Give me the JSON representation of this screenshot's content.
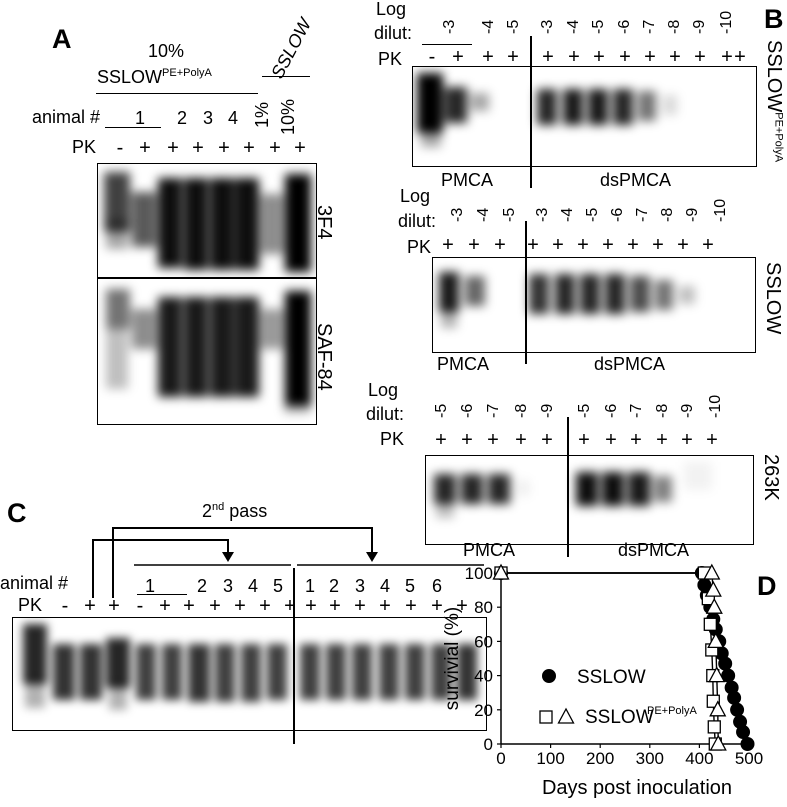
{
  "panels": {
    "A": {
      "letter": "A",
      "header_top": "10%",
      "sample_name": "SSLOW",
      "sample_sup": "PE+PolyA",
      "reference": "SSLOW",
      "animal_label": "animal #",
      "pk_label": "PK",
      "animals": [
        "1",
        "2",
        "3",
        "4"
      ],
      "ref_dilutions": [
        "1%",
        "10%"
      ],
      "pk": [
        "-",
        "+",
        "+",
        "+",
        "+",
        "+",
        "+",
        "+"
      ],
      "antibodies": [
        "3F4",
        "SAF-84"
      ]
    },
    "B": {
      "letter": "B",
      "log_label": "Log",
      "dilut_label": "dilut:",
      "pk_label": "PK",
      "pmca_label": "PMCA",
      "dspmca_label": "dsPMCA",
      "gel1": {
        "name": "SSLOW",
        "name_sup": "PE+PolyA",
        "dilutions": [
          "-3",
          "-4",
          "-5",
          "-3",
          "-4",
          "-5",
          "-6",
          "-7",
          "-8",
          "-9",
          "-10"
        ],
        "pk": [
          "-",
          "+",
          "+",
          "+",
          "+",
          "+",
          "+",
          "+",
          "+",
          "+",
          "+",
          "+",
          "+"
        ]
      },
      "gel2": {
        "name": "SSLOW",
        "dilutions": [
          "-3",
          "-4",
          "-5",
          "-3",
          "-4",
          "-5",
          "-6",
          "-7",
          "-8",
          "-9",
          "-10"
        ],
        "pk": [
          "+",
          "+",
          "+",
          "+",
          "+",
          "+",
          "+",
          "+",
          "+",
          "+",
          "+"
        ]
      },
      "gel3": {
        "name": "263K",
        "dilutions": [
          "-5",
          "-6",
          "-7",
          "-8",
          "-9",
          "-5",
          "-6",
          "-7",
          "-8",
          "-9",
          "-10"
        ],
        "pk": [
          "+",
          "+",
          "+",
          "+",
          "+",
          "+",
          "+",
          "+",
          "+",
          "+",
          "+"
        ]
      }
    },
    "C": {
      "letter": "C",
      "second_pass": "2",
      "second_pass_sup": "nd",
      "second_pass_tail": " pass",
      "animal_label": "animal #",
      "pk_label": "PK",
      "group1_animals": [
        "1",
        "2",
        "3",
        "4",
        "5"
      ],
      "group2_animals": [
        "1",
        "2",
        "3",
        "4",
        "5",
        "6"
      ],
      "pk": [
        "-",
        "+",
        "+",
        "-",
        "+",
        "+",
        "+",
        "+",
        "+",
        "+",
        "+",
        "+",
        "+",
        "+",
        "+",
        "+",
        "+"
      ]
    },
    "D": {
      "letter": "D"
    }
  },
  "chart_data": {
    "type": "line",
    "xlabel": "Days post inoculation",
    "ylabel": "survivial (%)",
    "xlim": [
      0,
      500
    ],
    "ylim": [
      0,
      100
    ],
    "xticks": [
      0,
      100,
      200,
      300,
      400,
      500
    ],
    "yticks": [
      0,
      20,
      40,
      60,
      80,
      100
    ],
    "series": [
      {
        "name": "SSLOW",
        "marker": "filled-circle",
        "points": [
          [
            0,
            100
          ],
          [
            405,
            100
          ],
          [
            410,
            93
          ],
          [
            415,
            87
          ],
          [
            422,
            80
          ],
          [
            428,
            73
          ],
          [
            433,
            67
          ],
          [
            440,
            60
          ],
          [
            445,
            53
          ],
          [
            452,
            47
          ],
          [
            458,
            40
          ],
          [
            465,
            33
          ],
          [
            470,
            27
          ],
          [
            476,
            20
          ],
          [
            482,
            13
          ],
          [
            488,
            7
          ],
          [
            497,
            0
          ]
        ]
      },
      {
        "name": "SSLOW",
        "name_sup": "PE+PolyA",
        "marker": "open-square",
        "points": [
          [
            0,
            100
          ],
          [
            410,
            100
          ],
          [
            418,
            85
          ],
          [
            422,
            70
          ],
          [
            425,
            55
          ],
          [
            427,
            40
          ],
          [
            428,
            25
          ],
          [
            430,
            10
          ],
          [
            432,
            0
          ]
        ]
      },
      {
        "name": "SSLOW",
        "name_sup": "PE+PolyA",
        "marker": "open-triangle",
        "points": [
          [
            0,
            100
          ],
          [
            425,
            100
          ],
          [
            428,
            90
          ],
          [
            430,
            80
          ],
          [
            433,
            60
          ],
          [
            435,
            40
          ],
          [
            437,
            20
          ],
          [
            438,
            0
          ]
        ]
      }
    ],
    "legend_placement": "bottom-left"
  }
}
